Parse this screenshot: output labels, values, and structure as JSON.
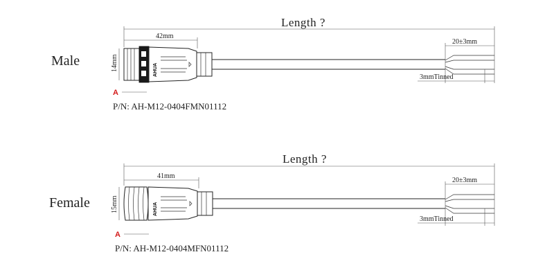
{
  "male": {
    "label": "Male",
    "length_label": "Length ?",
    "connector_length": "42mm",
    "connector_height": "14mm",
    "strip_length": "20±3mm",
    "tinned": "3mmTinned",
    "revision_mark": "A",
    "part_number": "P/N: AH-M12-0404FMN01112",
    "brand": "AHUA"
  },
  "female": {
    "label": "Female",
    "length_label": "Length ?",
    "connector_length": "41mm",
    "connector_height": "15mm",
    "strip_length": "20±3mm",
    "tinned": "3mmTinned",
    "revision_mark": "A",
    "part_number": "P/N: AH-M12-0404MFN01112",
    "brand": "AHUA"
  },
  "colors": {
    "ink": "#222222",
    "revision_mark": "#d41b1b"
  }
}
